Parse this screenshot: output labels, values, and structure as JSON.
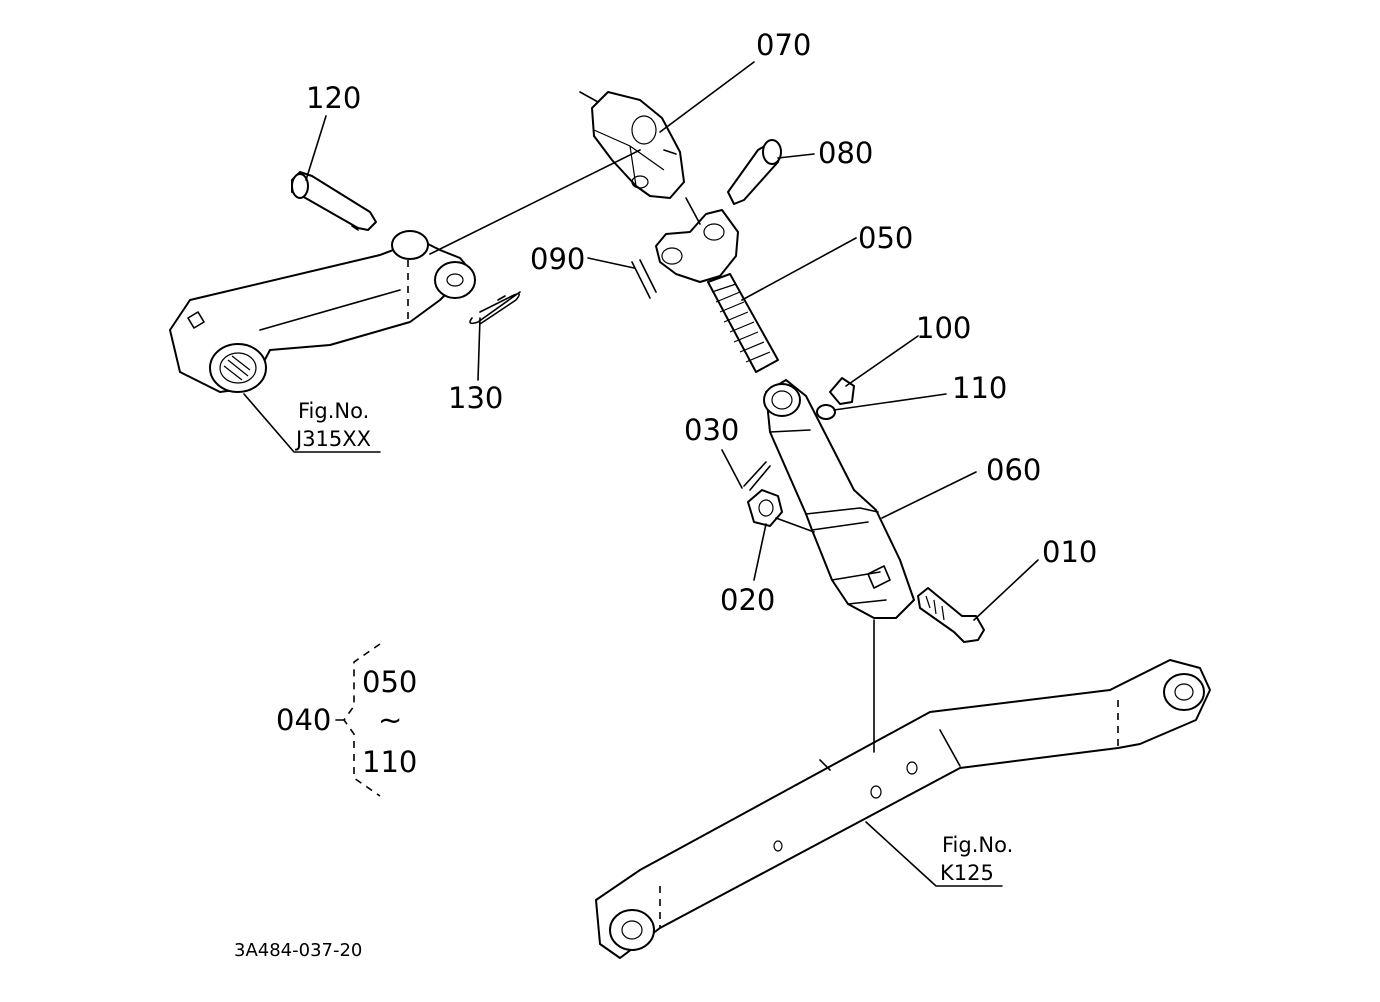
{
  "callouts": {
    "c070": "070",
    "c120": "120",
    "c080": "080",
    "c050": "050",
    "c090": "090",
    "c100": "100",
    "c110": "110",
    "c130": "130",
    "c030": "030",
    "c060": "060",
    "c010": "010",
    "c020": "020"
  },
  "fig_refs": {
    "upper_label": "Fig.No.",
    "upper_code": "J315XX",
    "lower_label": "Fig.No.",
    "lower_code": "K125"
  },
  "assembly": {
    "parent": "040",
    "first": "050",
    "range_symbol": "~",
    "last": "110"
  },
  "drawing_code": "3A484-037-20"
}
